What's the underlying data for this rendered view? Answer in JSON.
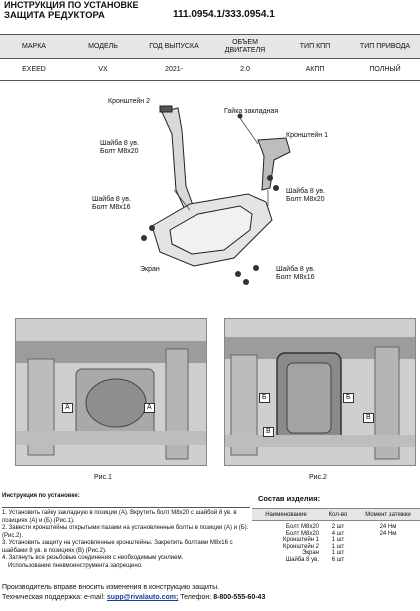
{
  "header": {
    "line1": "ИНСТРУКЦИЯ ПО УСТАНОВКЕ",
    "line2": "ЗАЩИТА РЕДУКТОРА",
    "part_numbers": "111.0954.1/333.0954.1"
  },
  "spec_table": {
    "headers": [
      "МАРКА",
      "МОДЕЛЬ",
      "ГОД ВЫПУСКА",
      "ОБЪЕМ ДВИГАТЕЛЯ",
      "ТИП КПП",
      "ТИП ПРИВОДА"
    ],
    "row": [
      "EXEED",
      "VX",
      "2021-",
      "2.0",
      "АКПП",
      "ПОЛНЫЙ"
    ]
  },
  "diagram": {
    "labels": {
      "bracket2": "Кронштейн 2",
      "nut": "Гайка закладная",
      "bracket1": "Кронштейн 1",
      "left_fasteners": "Шайба 8 ув.\nБолт М8х20",
      "left_fasteners2": "Шайба 8 ув.\nБолт М8х16",
      "right_fasteners": "Шайба 8 ув.\nБолт М8х20",
      "screen": "Экран",
      "bottom_fasteners": "Шайба 8 ув.\nБолт М8х16"
    }
  },
  "photos": {
    "fig1_caption": "Рис.1",
    "fig2_caption": "Рис.2",
    "fig1_marks": [
      "А",
      "А"
    ],
    "fig2_marks": [
      "Б",
      "Б",
      "В",
      "В"
    ]
  },
  "instructions": {
    "title": "Инструкция по установке:",
    "steps": [
      "1. Установить гайку закладную в позиции (А). Вкрутить болт М8х20 с шайбой 8 ув. в позициях (А) и (Б) (Рис.1).",
      "2. Завести кронштейны открытыми пазами на установленные болты в позиции (А) и (Б). (Рис.2).",
      "3. Установить защиту на установленные кронштейны. Закрепить болтами М8х16 с шайбами 8 ув. в позициях (В) (Рис.2).",
      "4. Затянуть все резьбовые соединения с необходимым усилием.",
      "Использование пневмоинструмента запрещено."
    ]
  },
  "kit": {
    "title": "Состав изделия:",
    "headers": [
      "Наименование",
      "Кол-во",
      "Момент затяжки"
    ],
    "rows": [
      [
        "Болт М8х20",
        "2 шт",
        "24 Нм"
      ],
      [
        "Болт М8х20",
        "4 шт",
        "24 Нм"
      ],
      [
        "Кронштейн 1",
        "1 шт",
        ""
      ],
      [
        "Кронштейн 2",
        "1 шт",
        ""
      ],
      [
        "Экран",
        "1 шт",
        ""
      ],
      [
        "Шайба 8 ув.",
        "6 шт",
        ""
      ]
    ]
  },
  "footer": {
    "line1": "Производитель вправе вносить изменения в конструкцию защиты.",
    "support_label": "Техническая поддержка:  e-mail: ",
    "email": "supp@rivalauto.com;",
    "phone_label": " Телефон: ",
    "phone": "8-800-555-60-43"
  }
}
